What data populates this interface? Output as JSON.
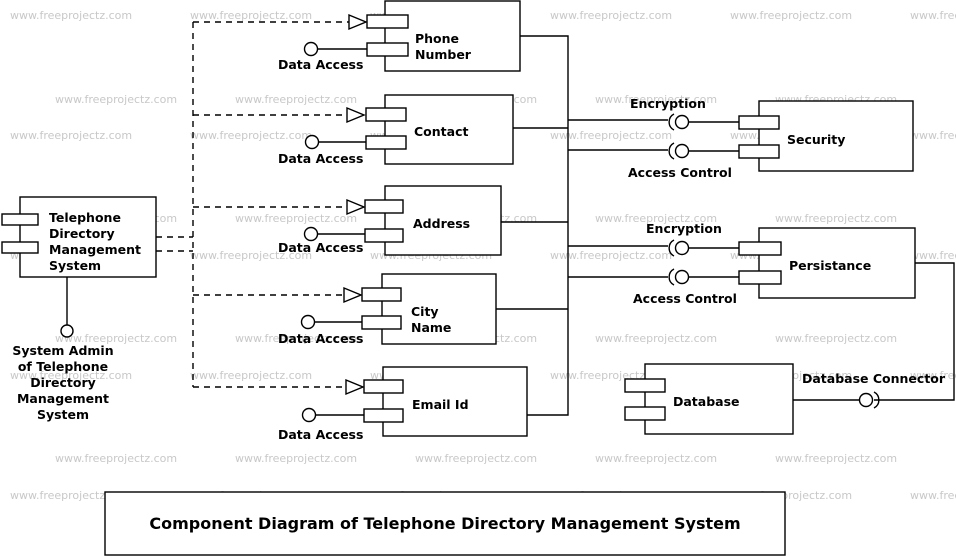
{
  "watermark": "www.freeprojectz.com",
  "title": "Component Diagram of Telephone Directory Management System",
  "components": {
    "main": [
      "Telephone",
      "Directory",
      "Management",
      "System"
    ],
    "phone": [
      "Phone",
      "Number"
    ],
    "contact": [
      "Contact"
    ],
    "address": [
      "Address"
    ],
    "city": [
      "City",
      "Name"
    ],
    "email": [
      "Email Id"
    ],
    "security": [
      "Security"
    ],
    "persistance": [
      "Persistance"
    ],
    "database": [
      "Database"
    ]
  },
  "interfaces": {
    "data_access": "Data Access",
    "encryption": "Encryption",
    "access_control": "Access Control",
    "database_connector": "Database Connector",
    "admin": [
      "System Admin",
      "of Telephone",
      "Directory",
      "Management",
      "System"
    ]
  }
}
